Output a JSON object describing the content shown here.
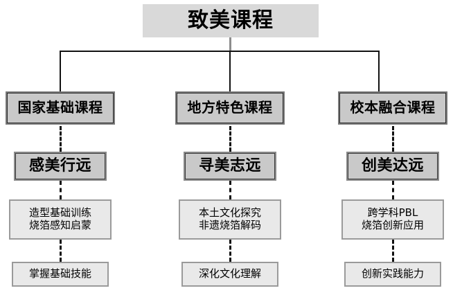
{
  "diagram": {
    "title": "致美课程",
    "root": {
      "label": "致美课程"
    },
    "branches": [
      {
        "category": "国家基础课程",
        "motto": "感美行远",
        "detail_line1": "造型基础训练",
        "detail_line2": "烧箔感知启蒙",
        "outcome": "掌握基础技能"
      },
      {
        "category": "地方特色课程",
        "motto": "寻美志远",
        "detail_line1": "本土文化探究",
        "detail_line2": "非遗烧箔解码",
        "outcome": "深化文化理解"
      },
      {
        "category": "校本融合课程",
        "motto": "创美达远",
        "detail_line1": "跨学科PBL",
        "detail_line2": "烧箔创新应用",
        "outcome": "创新实践能力"
      }
    ],
    "colors": {
      "root_fill": "#d9d9d9",
      "category_fill": "#c9c9c9",
      "motto_fill": "#c9c9c9",
      "detail_fill": "#e9e9e9",
      "outcome_fill": "#e9e9e9",
      "line": "#111111",
      "border_dark": "#2b2b2b",
      "border_gray": "#9a9a9a",
      "background": "#ffffff",
      "text": "#000000"
    }
  }
}
